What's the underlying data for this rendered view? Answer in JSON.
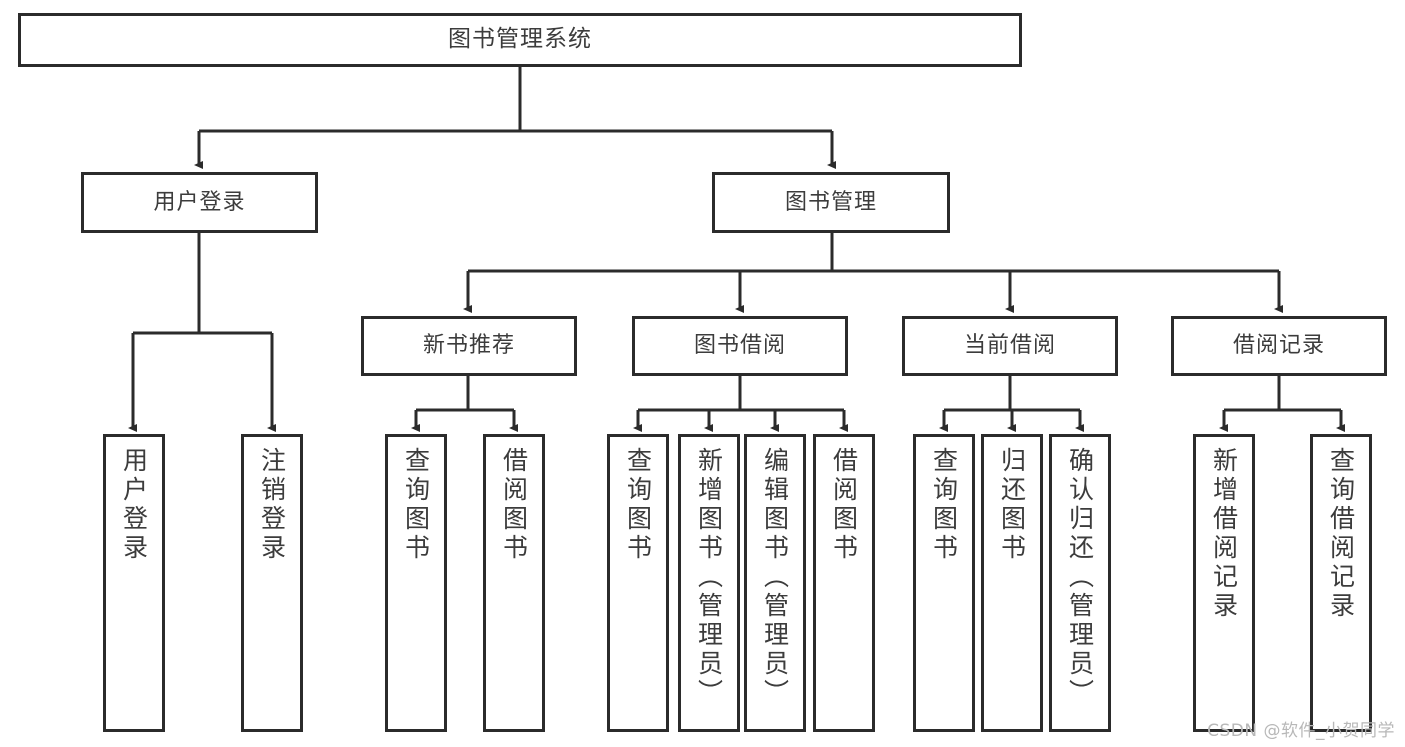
{
  "diagram": {
    "type": "tree-hierarchy",
    "title": "图书管理系统",
    "watermark": "CSDN @软件_小贺同学",
    "colors": {
      "border": "#2b2b2b",
      "text": "#3c3c3c",
      "background": "#ffffff",
      "watermark": "#b8b8b8"
    },
    "root": {
      "label": "图书管理系统"
    },
    "level2": [
      {
        "label": "用户登录"
      },
      {
        "label": "图书管理"
      }
    ],
    "level3": [
      {
        "label": "新书推荐"
      },
      {
        "label": "图书借阅"
      },
      {
        "label": "当前借阅"
      },
      {
        "label": "借阅记录"
      }
    ],
    "leaves": [
      {
        "label": "用户登录"
      },
      {
        "label": "注销登录"
      },
      {
        "label": "查询图书"
      },
      {
        "label": "借阅图书"
      },
      {
        "label": "查询图书"
      },
      {
        "label": "新增图书（管理员）"
      },
      {
        "label": "编辑图书（管理员）"
      },
      {
        "label": "借阅图书"
      },
      {
        "label": "查询图书"
      },
      {
        "label": "归还图书"
      },
      {
        "label": "确认归还（管理员）"
      },
      {
        "label": "新增借阅记录"
      },
      {
        "label": "查询借阅记录"
      }
    ]
  }
}
